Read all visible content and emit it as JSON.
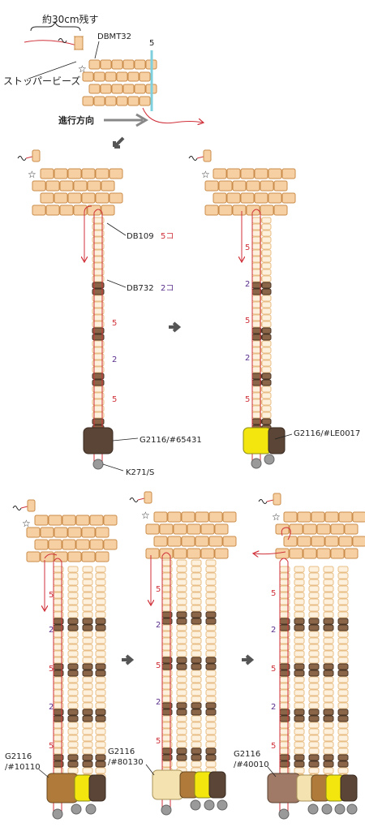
{
  "colors": {
    "db_bead": "#f6d0a2",
    "db_bead_stroke": "#c98c4a",
    "db_light_fill": "#fdf1dd",
    "db_light_stroke": "#e8bd85",
    "db732": "#8a6548",
    "thread": "#d0313a",
    "spring_blue": "#7fd0df",
    "count_red": "#d0313a",
    "count_purple": "#5a2f8c",
    "gray_bead": "#9a9a9a",
    "arrow_gray": "#555555"
  },
  "step1": {
    "thread_leftover": "約30cm残す",
    "stopper": "ストッパービーズ",
    "bead_label": "DBMT32",
    "row_count": "5",
    "direction": "進行方向",
    "star": "☆"
  },
  "step2": {
    "db109": "DB109",
    "db109_count": "5コ",
    "db732": "DB732",
    "db732_count": "2コ",
    "count_5a": "5",
    "count_2": "2",
    "count_5b": "5",
    "drop_label": "G2116/#65431",
    "end_label": "K271/S",
    "star": "☆"
  },
  "step3": {
    "count_5a": "5",
    "count_2a": "2",
    "count_5b": "5",
    "count_2b": "2",
    "count_5c": "5",
    "drop_label": "G2116/#LE0017",
    "star": "☆"
  },
  "step4": {
    "count_5a": "5",
    "count_2a": "2",
    "count_5b": "5",
    "count_2b": "2",
    "count_5c": "5",
    "drop_label_1": "G2116",
    "drop_label_2": "/#10110",
    "star": "☆"
  },
  "step5": {
    "count_5a": "5",
    "count_2a": "2",
    "count_5b": "5",
    "count_2b": "2",
    "count_5c": "5",
    "drop_label_1": "G2116",
    "drop_label_2": "/#80130",
    "star": "☆"
  },
  "step6": {
    "count_5a": "5",
    "count_2a": "2",
    "count_5b": "5",
    "count_2b": "2",
    "count_5c": "5",
    "drop_label_1": "G2116",
    "drop_label_2": "/#40010",
    "star": "☆"
  }
}
